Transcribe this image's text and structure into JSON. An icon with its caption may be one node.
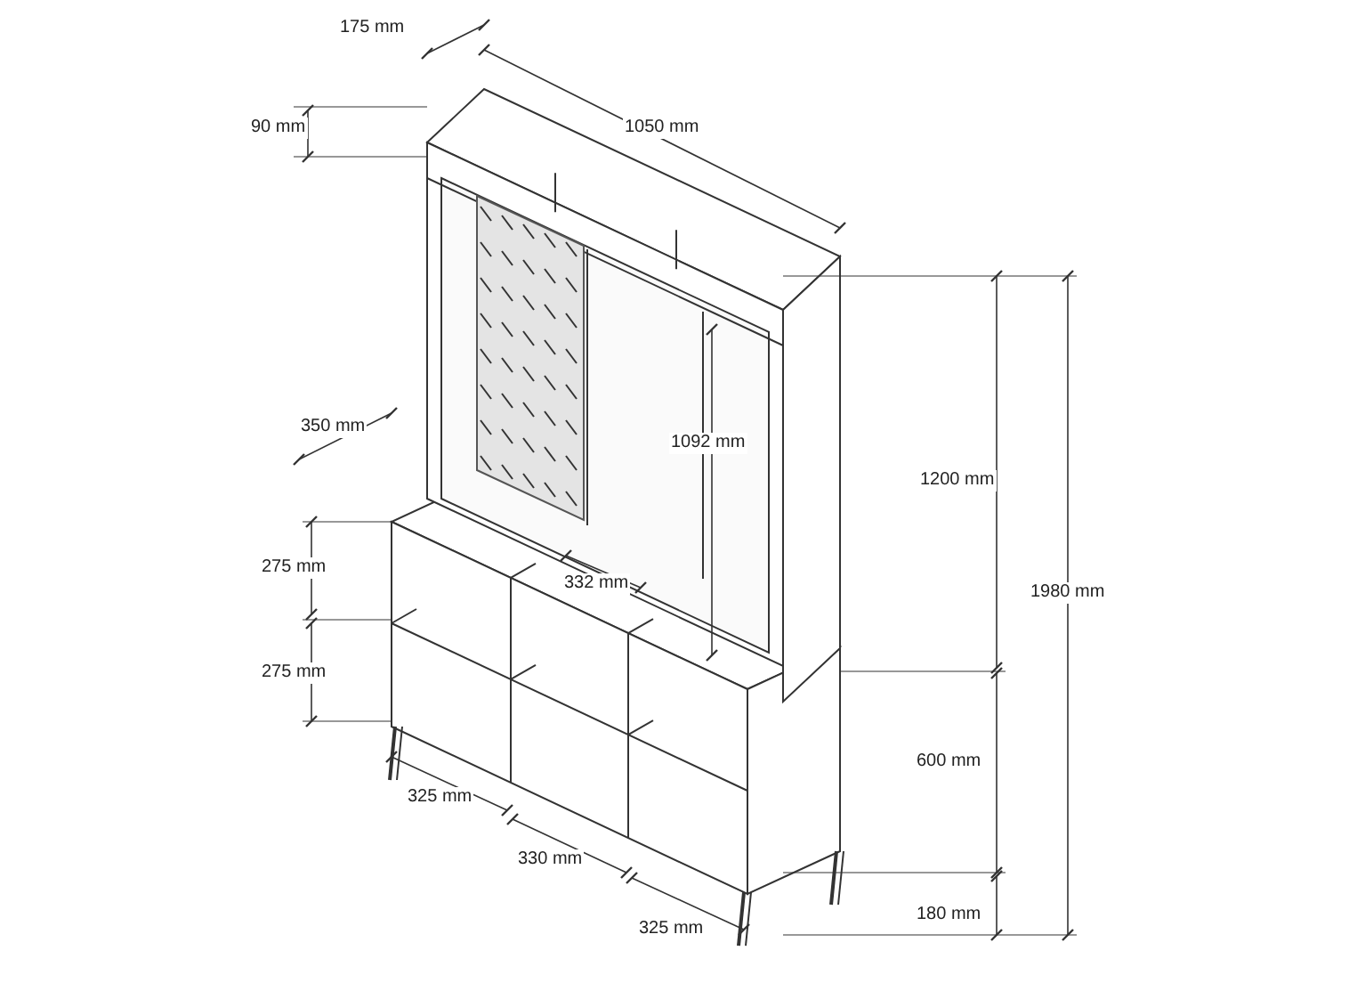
{
  "diagram": {
    "labels": [
      "175 mm",
      "90 mm",
      "1050 mm",
      "350 mm",
      "1092 mm",
      "1200 mm",
      "1980 mm",
      "275 mm",
      "332 mm",
      "275 mm",
      "600 mm",
      "325 mm",
      "330 mm",
      "325 mm",
      "180 mm"
    ]
  }
}
